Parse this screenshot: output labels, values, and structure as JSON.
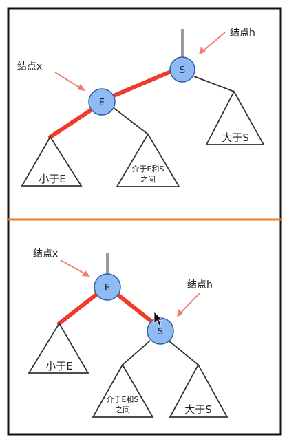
{
  "panels": [
    {
      "root_label": "S",
      "child_label": "E",
      "label_node_x": "结点x",
      "label_node_h": "结点h",
      "tri_left": "小于E",
      "tri_mid_line1": "介于E和S",
      "tri_mid_line2": "之间",
      "tri_right": "大于S"
    },
    {
      "root_label": "E",
      "child_label": "S",
      "label_node_x": "结点x",
      "label_node_h": "结点h",
      "tri_left": "小于E",
      "tri_mid_line1": "介于E和S",
      "tri_mid_line2": "之间",
      "tri_right": "大于S"
    }
  ],
  "colors": {
    "node_fill": "#8ebbf3",
    "node_stroke": "#2f5fa0",
    "red_link": "#f03a2a",
    "arrow": "#f07a6e",
    "divider": "#f07c22",
    "frame": "#111111",
    "stem": "#9a9a9a"
  }
}
